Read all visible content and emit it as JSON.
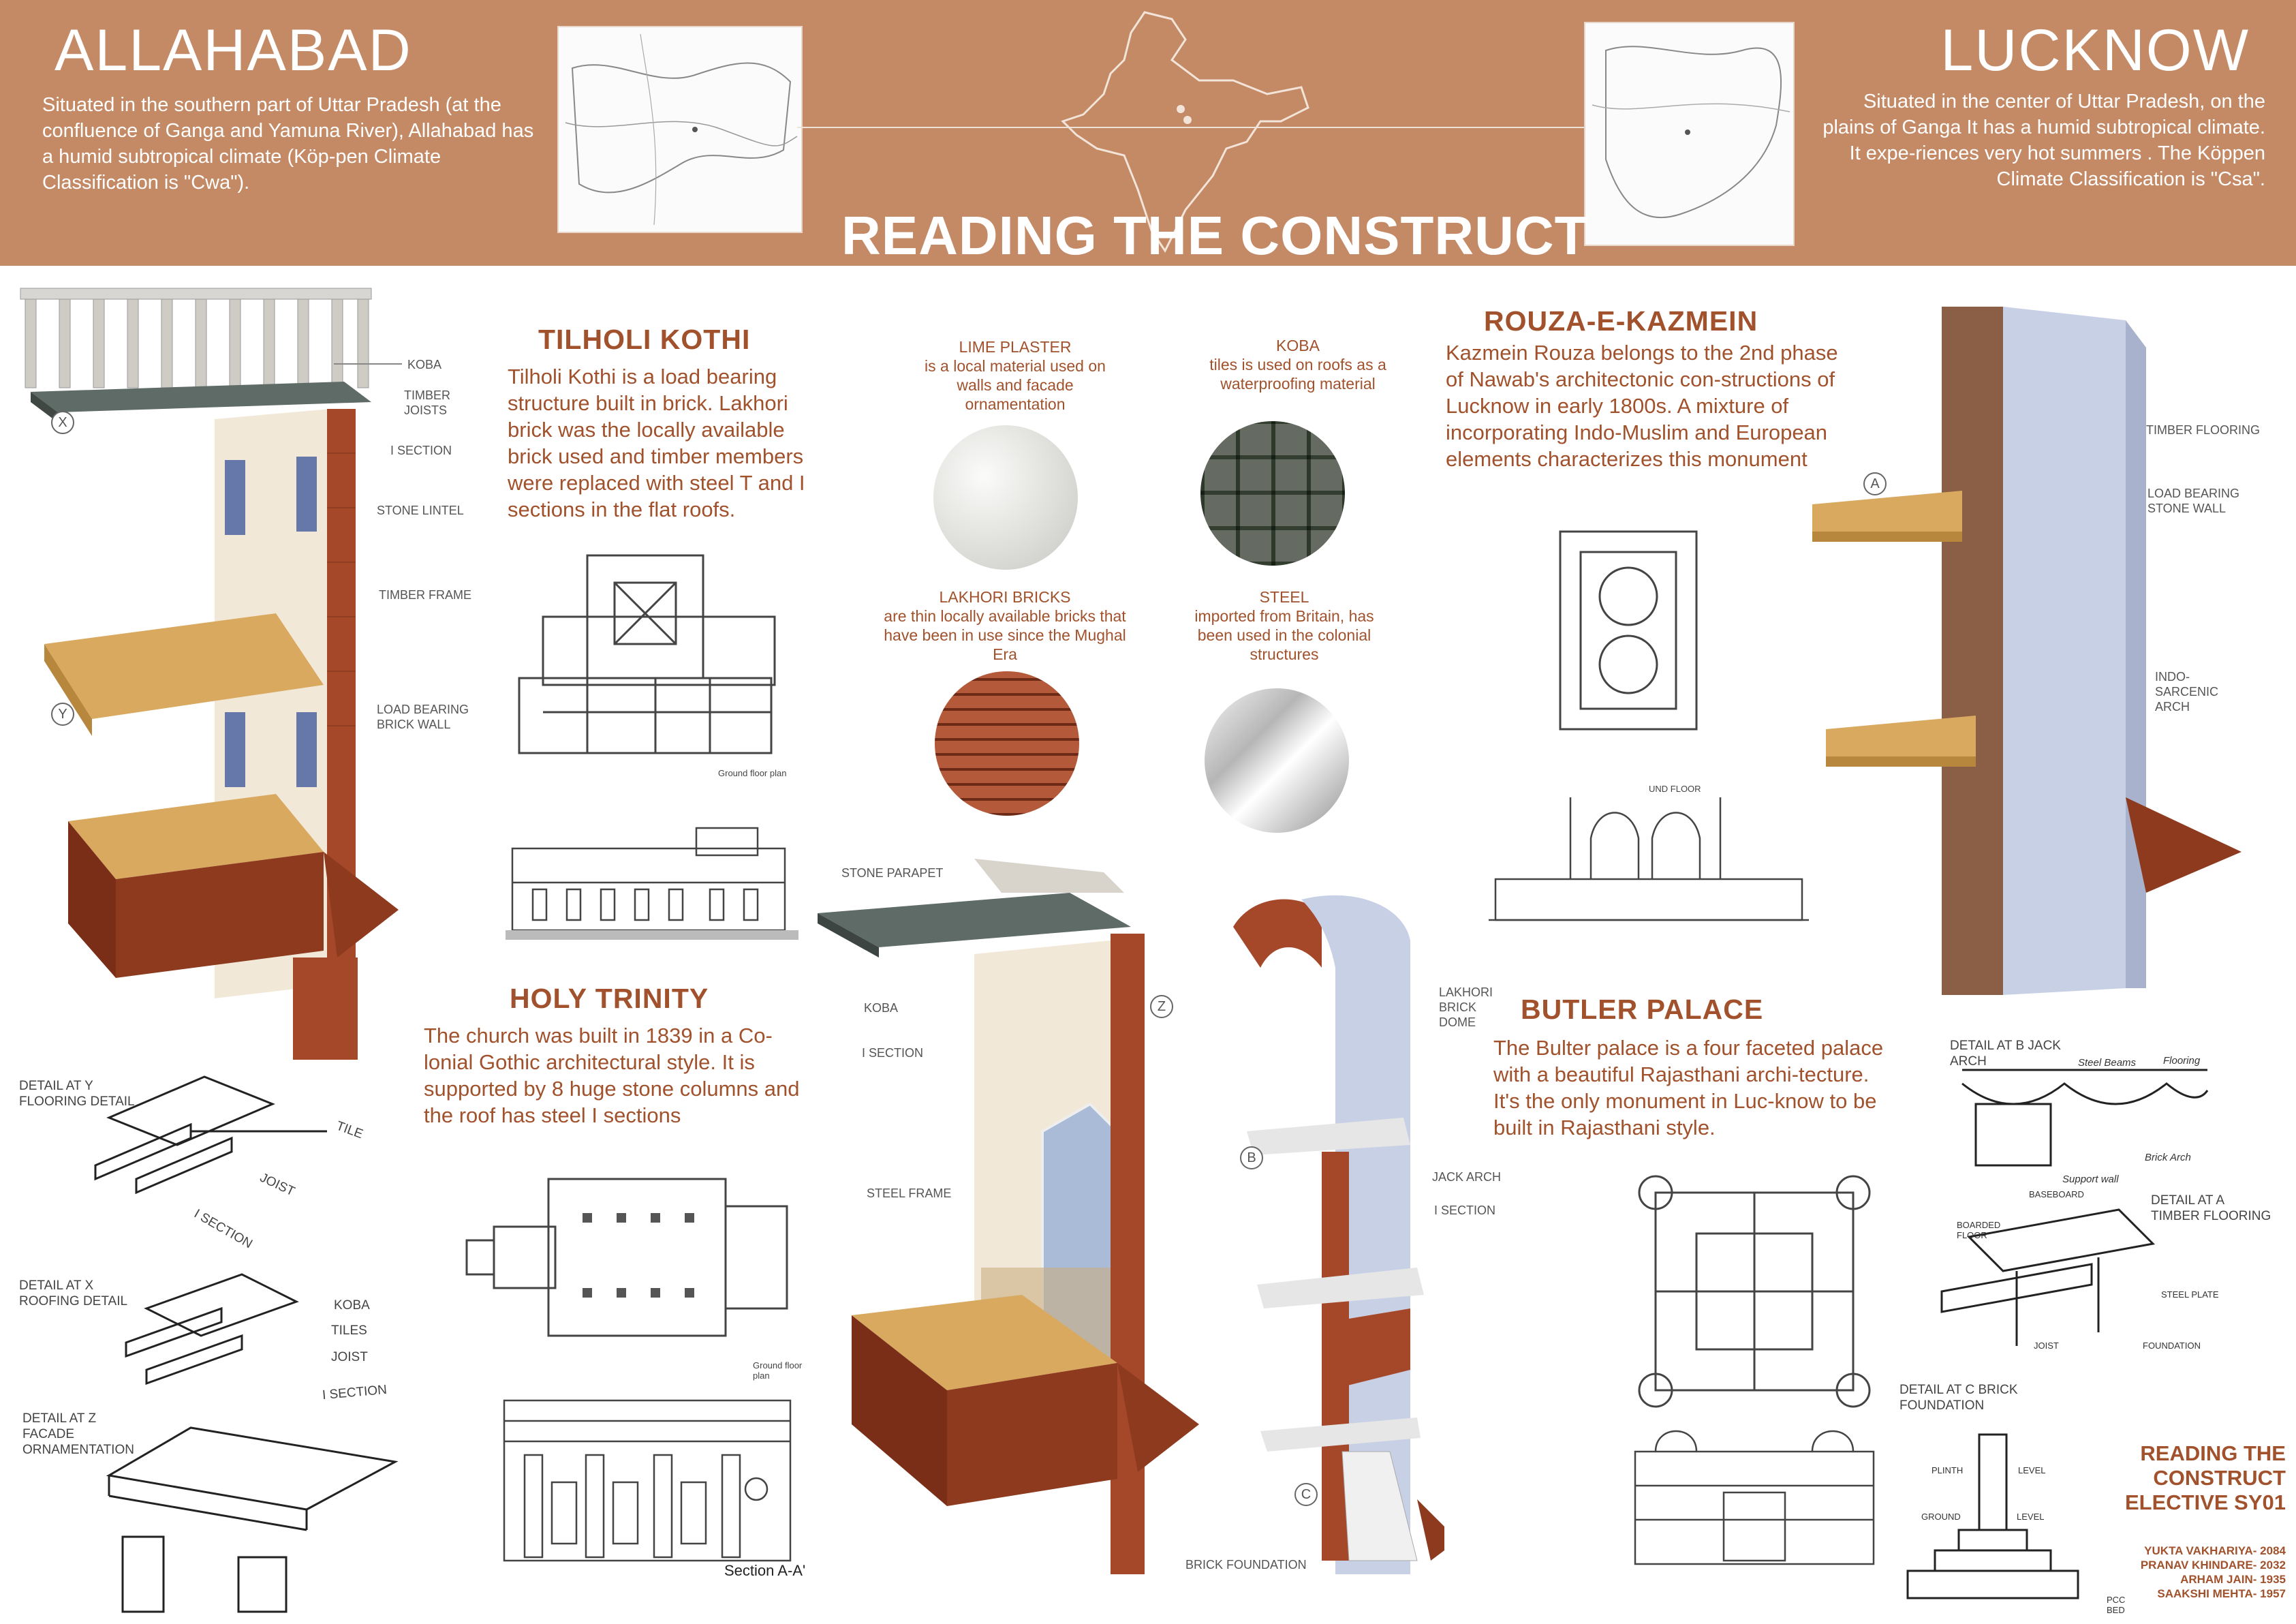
{
  "header": {
    "left_city": "ALLAHABAD",
    "left_desc": "Situated in the southern part of Uttar Pradesh (at the confluence of Ganga and Yamuna River), Allahabad has a humid subtropical climate (Köp-pen Climate Classification is \"Cwa\").",
    "right_city": "LUCKNOW",
    "right_desc": "Situated in the center of Uttar Pradesh, on the plains of Ganga It has a humid subtropical climate. It expe-riences very hot summers . The Köppen Climate Classification is \"Csa\".",
    "main_title": "READING THE CONSTRUCT"
  },
  "tilholi": {
    "title": "TILHOLI KOTHI",
    "text": "Tilholi Kothi is a load bearing structure built in brick. Lakhori brick was the locally available brick used and timber members were replaced with steel T and I sections in the  flat roofs.",
    "plan_caption": "Ground floor plan",
    "callouts": [
      "KOBA",
      "TIMBER JOISTS",
      "I SECTION",
      "STONE LINTEL",
      "TIMBER FRAME",
      "LOAD BEARING BRICK WALL"
    ],
    "markers": [
      "X",
      "Y"
    ]
  },
  "materials": [
    {
      "title": "LIME PLASTER",
      "desc": "is a local material used on walls and facade ornamentation"
    },
    {
      "title": "KOBA",
      "desc": "tiles is used on roofs as a waterproofing material"
    },
    {
      "title": "LAKHORI BRICKS",
      "desc": "are thin locally available bricks that have been in use since the Mughal Era"
    },
    {
      "title": "STEEL",
      "desc": "imported from Britain, has been used in the colonial structures"
    }
  ],
  "holy_trinity": {
    "title": "HOLY TRINITY",
    "text": "The church was built in 1839 in a Co-lonial Gothic architectural style. It is supported by 8 huge stone columns and the roof has steel I sections",
    "plan_caption": "Ground floor plan",
    "section_caption": "Section A-A'",
    "callouts": [
      "STONE PARAPET",
      "KOBA",
      "I SECTION",
      "STEEL FRAME",
      "BRICK FOUNDATION"
    ],
    "marker": "Z"
  },
  "rouza": {
    "title": "ROUZA-E-KAZMEIN",
    "text": "Kazmein Rouza belongs to the 2nd phase of Nawab's architectonic con-structions of Lucknow in early 1800s. A mixture of incorporating Indo-Muslim and European elements characterizes this monument",
    "plan_caption": "UND FLOOR",
    "callouts": [
      "TIMBER FLOORING",
      "LOAD BEARING STONE WALL",
      "INDO-SARCENIC ARCH"
    ],
    "marker": "A"
  },
  "butler": {
    "title": "BUTLER PALACE",
    "text": "The Bulter palace is a four faceted palace with a beautiful Rajasthani archi-tecture. It's the only monument in Luc-know to be built in Rajasthani style.",
    "callouts": [
      "LAKHORI BRICK DOME",
      "JACK ARCH",
      "I SECTION"
    ],
    "markers": [
      "B",
      "C"
    ]
  },
  "details_left": [
    {
      "label": "DETAIL AT Y FLOORING DETAIL",
      "notes": [
        "TILE",
        "JOIST",
        "I SECTION"
      ]
    },
    {
      "label": "DETAIL AT X ROOFING DETAIL",
      "notes": [
        "KOBA",
        "TILES",
        "JOIST",
        "I SECTION"
      ]
    },
    {
      "label": "DETAIL AT Z FACADE ORNAMENTATION",
      "notes": []
    }
  ],
  "details_right": [
    {
      "label": "DETAIL AT B JACK ARCH",
      "notes": [
        "Steel Beams",
        "Flooring",
        "Support wall",
        "Brick Arch"
      ]
    },
    {
      "label": "DETAIL AT A TIMBER FLOORING",
      "notes": [
        "BASEBOARD",
        "BOARDED FLOOR",
        "STEEL PLATE",
        "JOIST",
        "FOUNDATION"
      ]
    },
    {
      "label": "DETAIL AT C BRICK FOUNDATION",
      "notes": [
        "PLINTH",
        "LEVEL",
        "GROUND",
        "LEVEL",
        "PCC BED"
      ]
    }
  ],
  "footer": {
    "title": "READING THE CONSTRUCT ELECTIVE SY01",
    "credits": [
      "YUKTA VAKHARIYA- 2084",
      "PRANAV KHINDARE- 2032",
      "ARHAM JAIN- 1935",
      "SAAKSHI MEHTA- 1957"
    ]
  },
  "colors": {
    "header_bg": "#c48a66",
    "accent_text": "#a1522c",
    "brick": "#a5482a",
    "timber": "#d9a960",
    "koba": "#5f6b66"
  }
}
